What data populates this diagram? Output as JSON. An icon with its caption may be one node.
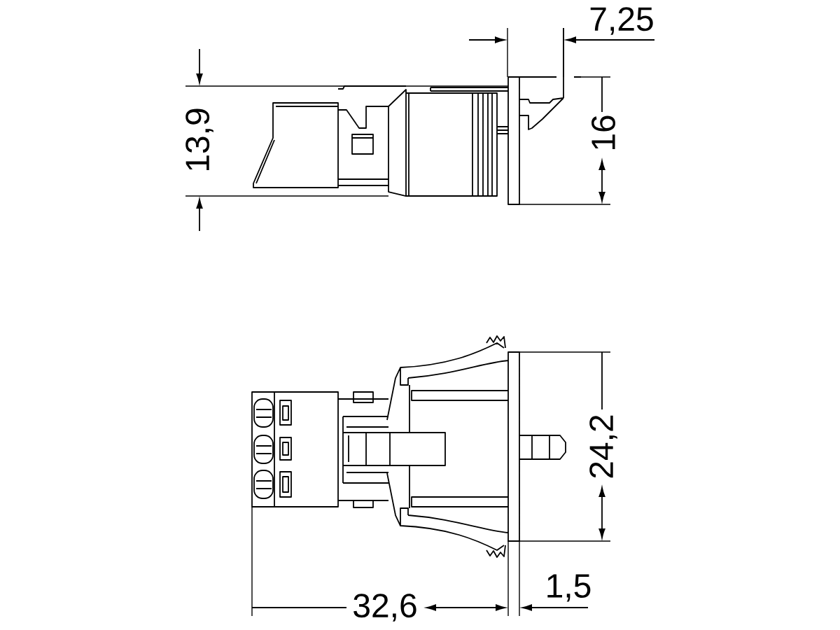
{
  "diagram": {
    "labels": [
      "7,25",
      "13,9",
      "16",
      "24,2",
      "32,6",
      "1,5"
    ]
  }
}
